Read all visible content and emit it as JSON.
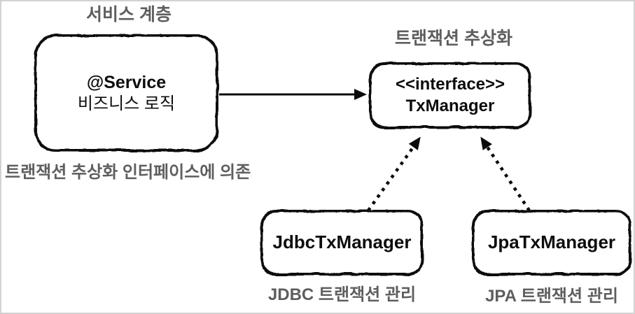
{
  "diagram": {
    "labels": {
      "service_layer": "서비스 계층",
      "tx_abstraction": "트랜잭션 추상화",
      "depends_on": "트랜잭션 추상화 인터페이스에 의존",
      "jdbc_caption": "JDBC 트랜잭션 관리",
      "jpa_caption": "JPA 트랜잭션 관리"
    },
    "nodes": {
      "service": {
        "line1": "@Service",
        "line2": "비즈니스 로직"
      },
      "tx_manager": {
        "line1": "<<interface>>",
        "line2": "TxManager"
      },
      "jdbc": {
        "label": "JdbcTxManager"
      },
      "jpa": {
        "label": "JpaTxManager"
      }
    },
    "edges": [
      {
        "from": "service",
        "to": "tx_manager",
        "style": "solid-arrow"
      },
      {
        "from": "jdbc",
        "to": "tx_manager",
        "style": "dotted-arrow"
      },
      {
        "from": "jpa",
        "to": "tx_manager",
        "style": "dotted-arrow"
      }
    ],
    "colors": {
      "background": "#ffffff",
      "frame_border": "#d2d2d2",
      "label_gray": "#5e5e5e",
      "box_border": "#0b0b0b",
      "text_black": "#0d0d0d"
    }
  }
}
